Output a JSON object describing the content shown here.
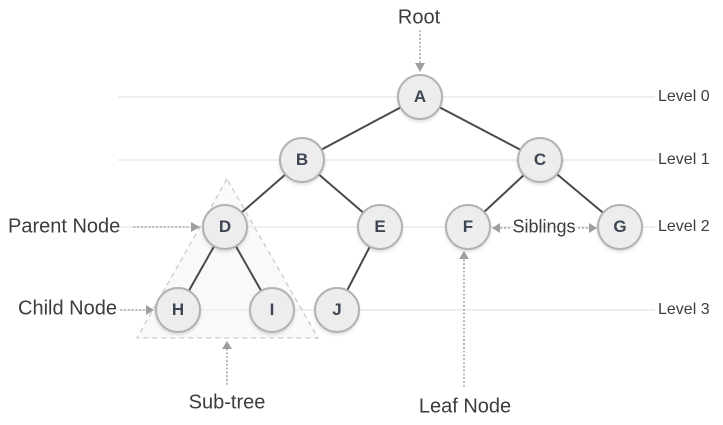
{
  "diagram": {
    "type": "binary-tree",
    "nodes": [
      {
        "id": "A",
        "label": "A",
        "level": 0
      },
      {
        "id": "B",
        "label": "B",
        "level": 1
      },
      {
        "id": "C",
        "label": "C",
        "level": 1
      },
      {
        "id": "D",
        "label": "D",
        "level": 2
      },
      {
        "id": "E",
        "label": "E",
        "level": 2
      },
      {
        "id": "F",
        "label": "F",
        "level": 2
      },
      {
        "id": "G",
        "label": "G",
        "level": 2
      },
      {
        "id": "H",
        "label": "H",
        "level": 3
      },
      {
        "id": "I",
        "label": "I",
        "level": 3
      },
      {
        "id": "J",
        "label": "J",
        "level": 3
      }
    ],
    "edges": [
      [
        "A",
        "B"
      ],
      [
        "A",
        "C"
      ],
      [
        "B",
        "D"
      ],
      [
        "B",
        "E"
      ],
      [
        "C",
        "F"
      ],
      [
        "C",
        "G"
      ],
      [
        "D",
        "H"
      ],
      [
        "D",
        "I"
      ],
      [
        "E",
        "J"
      ]
    ],
    "levels": [
      {
        "label": "Level 0"
      },
      {
        "label": "Level 1"
      },
      {
        "label": "Level 2"
      },
      {
        "label": "Level 3"
      }
    ],
    "annotations": {
      "root": "Root",
      "parent_node": "Parent Node",
      "child_node": "Child Node",
      "siblings": "Siblings",
      "subtree": "Sub-tree",
      "leaf_node": "Leaf Node"
    },
    "colors": {
      "node_fill": "#ededed",
      "node_border": "#b2b2b2",
      "node_text": "#3e4653",
      "edge": "#4a4a4a",
      "level_line": "#e4e4e4",
      "annotation_text": "#3d3d3d",
      "arrow": "#9e9e9e",
      "subtree_outline": "#cccccc",
      "subtree_fill": "#f2f2f2"
    }
  }
}
